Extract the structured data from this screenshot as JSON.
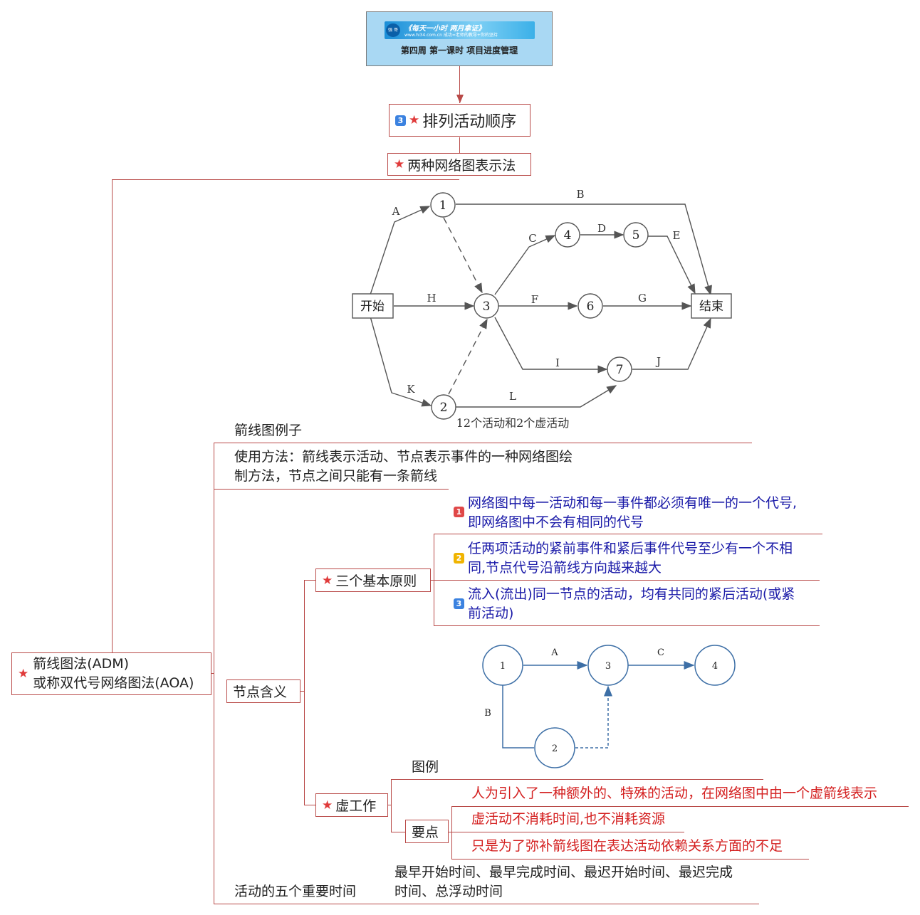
{
  "header": {
    "banner_title": "《每天一小时 两月拿证》",
    "banner_url": "www.hi34.com.cn 成功=老师的教导+你的坚持",
    "banner_badge": "强 哥",
    "subtitle": "第四周 第一课时 项目进度管理"
  },
  "topic": {
    "badge": "3",
    "title": "排列活动顺序"
  },
  "subtopic": {
    "title": "两种网络图表示法"
  },
  "adm": {
    "line1": "箭线图法(ADM)",
    "line2": "或称双代号网络图法(AOA)"
  },
  "network_figure": {
    "start": "开始",
    "end": "结束",
    "nodes": [
      "1",
      "2",
      "3",
      "4",
      "5",
      "6",
      "7"
    ],
    "activities": [
      "A",
      "B",
      "C",
      "D",
      "E",
      "F",
      "G",
      "H",
      "I",
      "J",
      "K",
      "L"
    ],
    "caption": "12个活动和2个虚活动"
  },
  "branches": {
    "example_label": "箭线图例子",
    "usage_line1": "使用方法：箭线表示活动、节点表示事件的一种网络图绘",
    "usage_line2": "制方法，节点之间只能有一条箭线",
    "node_meaning": "节点含义",
    "principles": {
      "title": "三个基本原则",
      "items": [
        {
          "badge": "1",
          "line1": "网络图中每一活动和每一事件都必须有唯一的一个代号,",
          "line2": "即网络图中不会有相同的代号"
        },
        {
          "badge": "2",
          "line1": "任两项活动的紧前事件和紧后事件代号至少有一个不相",
          "line2": "同,节点代号沿箭线方向越来越大"
        },
        {
          "badge": "3",
          "line1": "流入(流出)同一节点的活动，均有共同的紧后活动(或紧",
          "line2": "前活动)"
        }
      ]
    },
    "dummy": {
      "title": "虚工作",
      "legend_label": "图例",
      "key_label": "要点",
      "points": [
        "人为引入了一种额外的、特殊的活动，在网络图中由一个虚箭线表示",
        "虚活动不消耗时间,也不消耗资源",
        "只是为了弥补箭线图在表达活动依赖关系方面的不足"
      ],
      "legend_figure": {
        "nodes": [
          "1",
          "3",
          "4",
          "2"
        ],
        "activities": [
          "A",
          "C",
          "B"
        ]
      }
    },
    "five_times": {
      "title": "活动的五个重要时间",
      "line1": "最早开始时间、最早完成时间、最迟开始时间、最迟完成",
      "line2": "时间、总浮动时间"
    }
  },
  "colors": {
    "connector": "#b94a48",
    "blue_text": "#1a1aa8",
    "red_text": "#d42020",
    "header_bg": "#a9d8f3"
  }
}
